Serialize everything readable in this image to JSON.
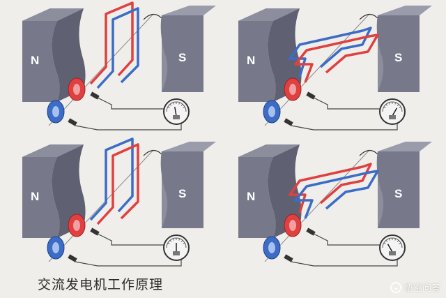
{
  "caption": "交流发电机工作原理",
  "watermark": "悟空问答",
  "panels": [
    {
      "id": "tl",
      "north_label": "N",
      "south_label": "S"
    },
    {
      "id": "tr",
      "north_label": "N",
      "south_label": "S"
    },
    {
      "id": "bl",
      "north_label": "N",
      "south_label": "S"
    },
    {
      "id": "br",
      "north_label": "N",
      "south_label": "S"
    }
  ],
  "colors": {
    "magnet": "#77798a",
    "magnet_dark": "#4e5060",
    "coil_red": "#e04040",
    "coil_blue": "#3b6cc6",
    "wire": "#444444",
    "background": "#efeeea"
  }
}
